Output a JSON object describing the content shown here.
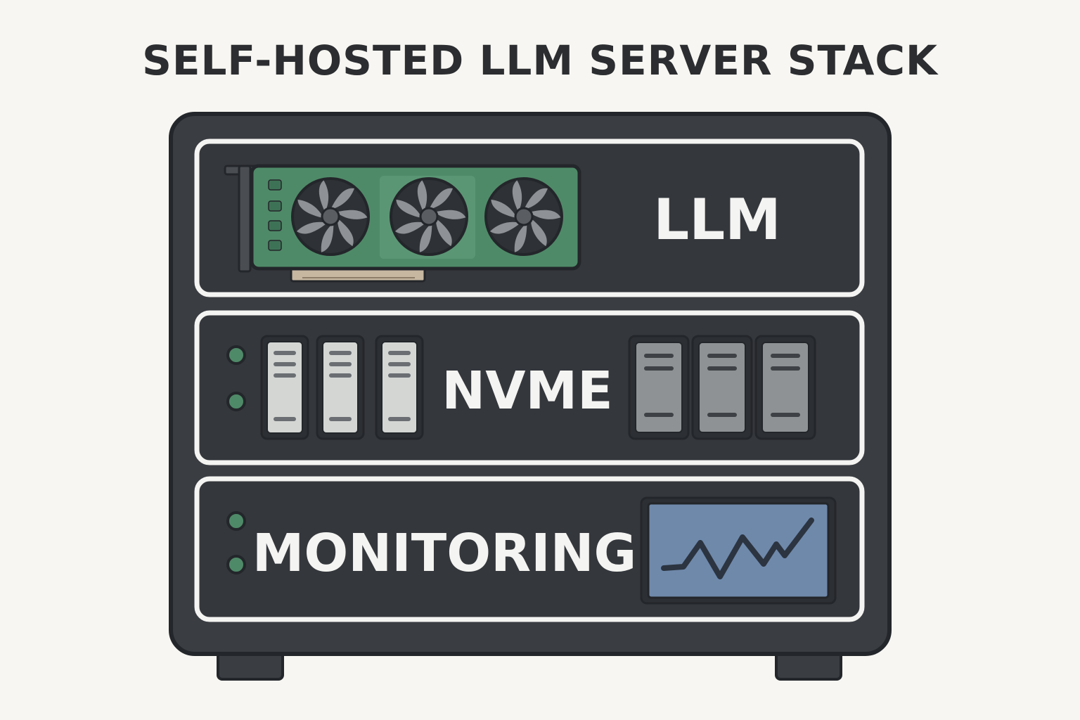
{
  "title": "SELF-HOSTED LLM SERVER STACK",
  "colors": {
    "chassis": "#3a3d42",
    "outline": "#23262a",
    "bay_border": "#f4f4f2",
    "gpu_board": "#4f8a68",
    "led": "#4f8a68",
    "monitor_screen": "#6f89ab",
    "drive_light": "#d4d6d4",
    "drive_dark": "#8f9294"
  },
  "bays": [
    {
      "id": "llm",
      "label": "LLM",
      "components": [
        "gpu-card-icon",
        "fan-icon",
        "fan-icon",
        "fan-icon"
      ]
    },
    {
      "id": "nvme",
      "label": "NVME",
      "components": [
        "status-led-icon",
        "nvme-drive-icon"
      ]
    },
    {
      "id": "monitoring",
      "label": "MONITORING",
      "components": [
        "status-led-icon",
        "monitor-screen-icon",
        "line-graph-icon"
      ]
    }
  ]
}
